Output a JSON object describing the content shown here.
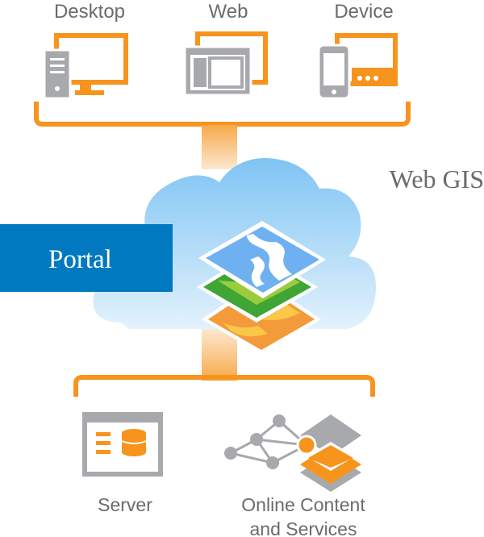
{
  "clients": {
    "desktop_label": "Desktop",
    "web_label": "Web",
    "device_label": "Device"
  },
  "cloud": {
    "web_gis_label": "Web GIS"
  },
  "portal": {
    "label": "Portal"
  },
  "resources": {
    "server_label": "Server",
    "online_label_line1": "Online Content",
    "online_label_line2": "and Services"
  },
  "colors": {
    "orange": "#f7941d",
    "gray": "#a7a9ac",
    "portal_blue": "#0079c1",
    "cloud_blue": "#8fcdf5",
    "text_gray": "#6b6b6b"
  }
}
